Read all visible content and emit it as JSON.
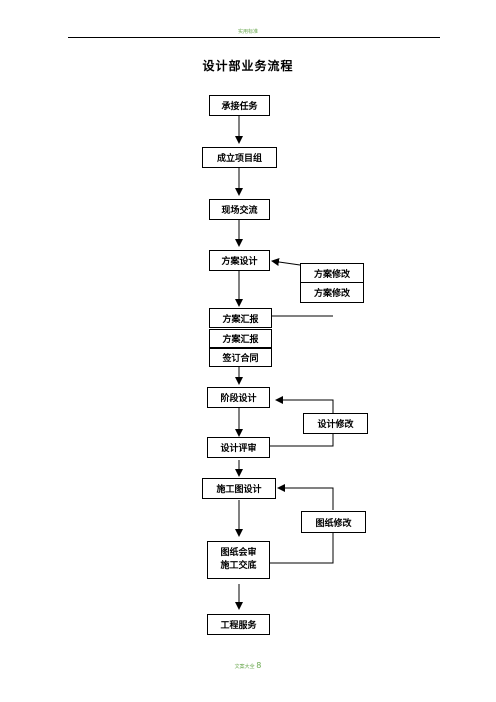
{
  "header": {
    "text": "实用标准"
  },
  "title": "设计部业务流程",
  "boxes": {
    "accept_task": "承接任务",
    "form_team": "成立项目组",
    "site_exchange": "现场交流",
    "scheme_design": "方案设计",
    "scheme_modify_1": "方案修改",
    "scheme_modify_2": "方案修改",
    "scheme_report_1": "方案汇报",
    "scheme_report_2": "方案汇报",
    "sign_contract": "签订合同",
    "stage_design": "阶段设计",
    "design_modify": "设计修改",
    "design_review": "设计评审",
    "construction_drawing": "施工图设计",
    "drawing_modify": "图纸修改",
    "drawing_review_line1": "图纸会审",
    "drawing_review_line2": "施工交底",
    "engineering_service": "工程服务"
  },
  "footer": {
    "text": "文案大全",
    "page": "8"
  }
}
